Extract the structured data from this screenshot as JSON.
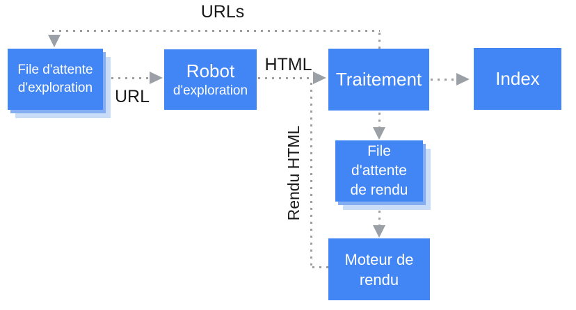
{
  "diagram": {
    "description": "Google crawling and indexing pipeline (French)",
    "colors": {
      "node_fill": "#4285f4",
      "node_text": "#ffffff",
      "shadow_mid": "#85adf2",
      "shadow_light": "#c9dcf8",
      "connector_dots": "#9e9e9e",
      "arrowhead": "#9aa0a6",
      "label_text": "#1a1a1a",
      "background": "#ffffff"
    },
    "nodes": [
      {
        "id": "crawl-queue",
        "lines": [
          "File d'attente",
          "d'exploration"
        ]
      },
      {
        "id": "crawler",
        "lines": [
          "Robot",
          "d'exploration"
        ]
      },
      {
        "id": "processing",
        "lines": [
          "Traitement"
        ]
      },
      {
        "id": "index",
        "lines": [
          "Index"
        ]
      },
      {
        "id": "render-queue",
        "lines": [
          "File",
          "d'attente",
          "de rendu"
        ]
      },
      {
        "id": "renderer",
        "lines": [
          "Moteur de",
          "rendu"
        ]
      }
    ],
    "labels": {
      "urls": "URLs",
      "url": "URL",
      "html": "HTML",
      "rendu_html": "Rendu HTML"
    }
  }
}
